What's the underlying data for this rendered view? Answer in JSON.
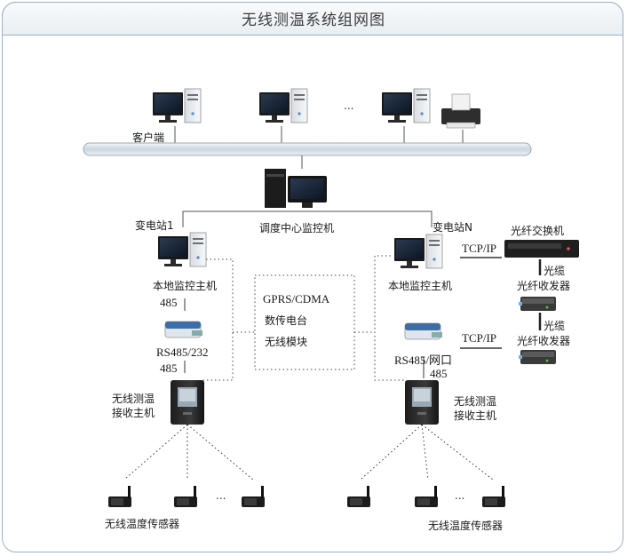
{
  "title": "无线测温系统组网图",
  "client_label": "客户端",
  "ellipsis": "...",
  "dispatch_center": "调度中心监控机",
  "station1": "变电站1",
  "stationN": "变电站N",
  "local_host_left": "本地监控主机",
  "local_host_right": "本地监控主机",
  "rs485_left_top": "485",
  "rs485_left_bottom": "485",
  "rs485_right": "485",
  "converter_left": "RS485/232",
  "converter_right": "RS485/网口",
  "wireless_options": [
    "GPRS/CDMA",
    "数传电台",
    "无线模块"
  ],
  "receiver_left": [
    "无线测温",
    "接收主机"
  ],
  "receiver_right": [
    "无线测温",
    "接收主机"
  ],
  "fiber_switch": "光纤交换机",
  "tcpip_top": "TCP/IP",
  "tcpip_bottom": "TCP/IP",
  "optical_cable": "光缆",
  "transceiver": "光纤收发器",
  "sensor_label": "无线温度传感器",
  "colors": {
    "bus": "#d7e1ea",
    "frame": "#9ab0c4",
    "device_dark": "#2a2a2a"
  }
}
